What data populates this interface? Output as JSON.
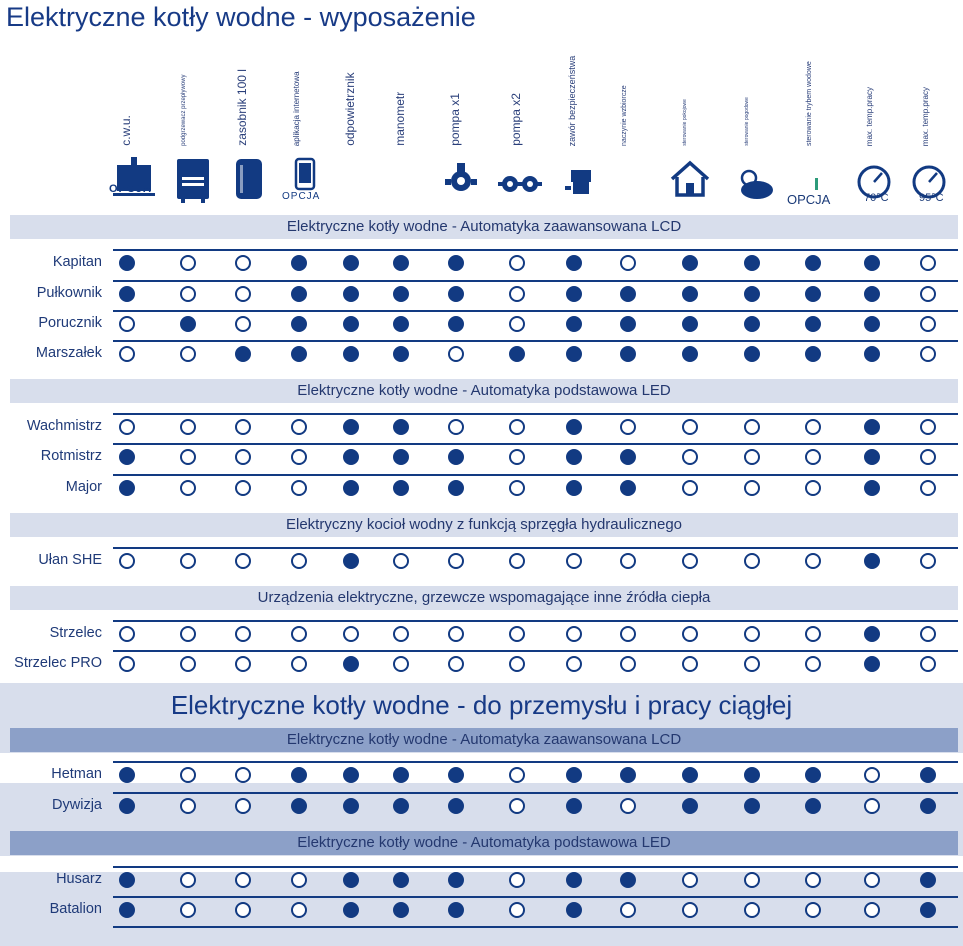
{
  "title": "Elektryczne kotły wodne - wyposażenie",
  "columns": [
    {
      "label": "c.w.u.",
      "icon": "tap-tank-icon",
      "icon_text": "OPCJA",
      "fs": 12
    },
    {
      "label": "podgrzewacz przepływowy",
      "icon": "boiler-unit-icon",
      "fs": 6
    },
    {
      "label": "zasobnik 100 l",
      "icon": "water-tank-icon",
      "fs": 12
    },
    {
      "label": "aplikacja internetowa",
      "icon": "smartphone-icon",
      "icon_text": "OPCJA",
      "fs": 8
    },
    {
      "label": "odpowietrznik",
      "icon": "",
      "fs": 12
    },
    {
      "label": "manometr",
      "icon": "",
      "fs": 12
    },
    {
      "label": "pompa x1",
      "icon": "single-pump-icon",
      "fs": 12
    },
    {
      "label": "pompa x2",
      "icon": "double-pump-icon",
      "fs": 12
    },
    {
      "label": "zawór bezpieczeństwa",
      "icon": "safety-valve-icon",
      "fs": 9
    },
    {
      "label": "naczynie wzbiorcze",
      "icon": "",
      "fs": 7
    },
    {
      "label": "sterowanie pokojowe",
      "icon": "house-icon",
      "fs": 5
    },
    {
      "label": "sterowanie pogodowe",
      "icon": "weather-icon",
      "fs": 5
    },
    {
      "label": "sterowanie trybem wodowe",
      "icon": "",
      "icon_text": "OPCJA",
      "fs": 7
    },
    {
      "label": "max. temp.pracy",
      "icon": "thermometer-icon",
      "icon_text": "70°C",
      "fs": 8
    },
    {
      "label": "max. temp.pracy",
      "icon": "thermometer-icon",
      "icon_text": "95°C",
      "fs": 8
    }
  ],
  "sections": [
    {
      "title": "Elektryczne kotły wodne - Automatyka zaawansowana LCD",
      "rows": [
        {
          "name": "Kapitan",
          "values": [
            1,
            0,
            0,
            1,
            1,
            1,
            1,
            0,
            1,
            0,
            1,
            1,
            1,
            1,
            0
          ]
        },
        {
          "name": "Pułkownik",
          "values": [
            1,
            0,
            0,
            1,
            1,
            1,
            1,
            0,
            1,
            1,
            1,
            1,
            1,
            1,
            0
          ]
        },
        {
          "name": "Porucznik",
          "values": [
            0,
            1,
            0,
            1,
            1,
            1,
            1,
            0,
            1,
            1,
            1,
            1,
            1,
            1,
            0
          ]
        },
        {
          "name": "Marszałek",
          "values": [
            0,
            0,
            1,
            1,
            1,
            1,
            0,
            1,
            1,
            1,
            1,
            1,
            1,
            1,
            0
          ]
        }
      ]
    },
    {
      "title": "Elektryczne kotły wodne - Automatyka podstawowa LED",
      "rows": [
        {
          "name": "Wachmistrz",
          "values": [
            0,
            0,
            0,
            0,
            1,
            1,
            0,
            0,
            1,
            0,
            0,
            0,
            0,
            1,
            0
          ]
        },
        {
          "name": "Rotmistrz",
          "values": [
            1,
            0,
            0,
            0,
            1,
            1,
            1,
            0,
            1,
            1,
            0,
            0,
            0,
            1,
            0
          ]
        },
        {
          "name": "Major",
          "values": [
            1,
            0,
            0,
            0,
            1,
            1,
            1,
            0,
            1,
            1,
            0,
            0,
            0,
            1,
            0
          ]
        }
      ]
    },
    {
      "title": "Elektryczny kocioł wodny z funkcją sprzęgła hydraulicznego",
      "rows": [
        {
          "name": "Ułan SHE",
          "values": [
            0,
            0,
            0,
            0,
            1,
            0,
            0,
            0,
            0,
            0,
            0,
            0,
            0,
            1,
            0
          ]
        }
      ]
    },
    {
      "title": "Urządzenia elektryczne, grzewcze wspomagające inne źródła ciepła",
      "rows": [
        {
          "name": "Strzelec",
          "values": [
            0,
            0,
            0,
            0,
            0,
            0,
            0,
            0,
            0,
            0,
            0,
            0,
            0,
            1,
            0
          ]
        },
        {
          "name": "Strzelec PRO",
          "values": [
            0,
            0,
            0,
            0,
            1,
            0,
            0,
            0,
            0,
            0,
            0,
            0,
            0,
            1,
            0
          ]
        }
      ]
    }
  ],
  "industrial": {
    "title": "Elektryczne kotły wodne - do przemysłu i pracy ciągłej",
    "sections": [
      {
        "title": "Elektryczne kotły wodne - Automatyka zaawansowana LCD",
        "rows": [
          {
            "name": "Hetman",
            "values": [
              1,
              0,
              0,
              1,
              1,
              1,
              1,
              0,
              1,
              1,
              1,
              1,
              1,
              0,
              1
            ]
          },
          {
            "name": "Dywizja",
            "values": [
              1,
              0,
              0,
              1,
              1,
              1,
              1,
              0,
              1,
              0,
              1,
              1,
              1,
              0,
              1
            ]
          }
        ]
      },
      {
        "title": "Elektryczne kotły wodne - Automatyka podstawowa LED",
        "rows": [
          {
            "name": "Husarz",
            "values": [
              1,
              0,
              0,
              0,
              1,
              1,
              1,
              0,
              1,
              1,
              0,
              0,
              0,
              0,
              1
            ]
          },
          {
            "name": "Batalion",
            "values": [
              1,
              0,
              0,
              0,
              1,
              1,
              1,
              0,
              1,
              0,
              0,
              0,
              0,
              0,
              1
            ]
          }
        ]
      }
    ]
  },
  "colors": {
    "navy": "#123a82",
    "band": "#d8deec",
    "band_dark": "#8ca0c8"
  }
}
